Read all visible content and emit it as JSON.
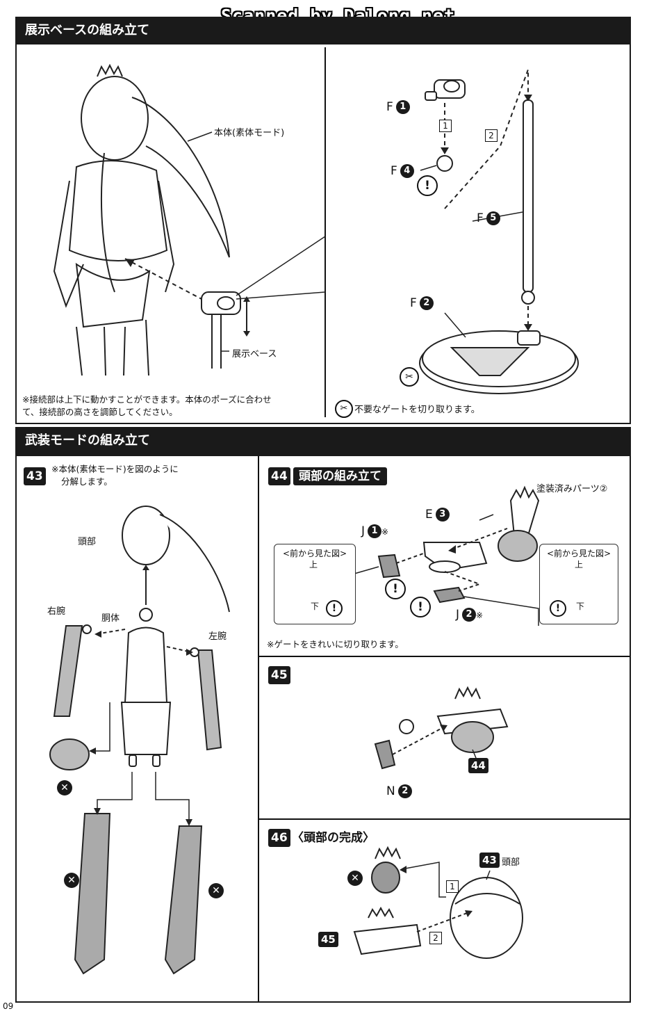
{
  "watermark": "Scanned by Dalong.net",
  "page_number": "09",
  "section1": {
    "title": "展示ベースの組み立て",
    "label_body": "本体(素体モード)",
    "label_base": "展示ベース",
    "note": "※接続部は上下に動かすことができます。本体のポーズに合わせて、接続部の高さを調節してください。",
    "parts": [
      {
        "letter": "F",
        "num": "1"
      },
      {
        "letter": "F",
        "num": "4"
      },
      {
        "letter": "F",
        "num": "5"
      },
      {
        "letter": "F",
        "num": "2"
      }
    ],
    "order_marks": [
      "1",
      "2"
    ],
    "gate_note": "不要なゲートを切り取ります。"
  },
  "section2": {
    "title": "武装モードの組み立て"
  },
  "step43": {
    "num": "43",
    "note_line1": "※本体(素体モード)を図のように",
    "note_line2": "分解します。",
    "label_head": "頭部",
    "label_right_arm": "右腕",
    "label_torso": "胴体",
    "label_left_arm": "左腕"
  },
  "step44": {
    "num": "44",
    "title": "頭部の組み立て",
    "label_painted": "塗装済みパーツ②",
    "part_e": {
      "letter": "E",
      "num": "3"
    },
    "part_j1": {
      "letter": "J",
      "num": "1",
      "mark": "※"
    },
    "part_j2": {
      "letter": "J",
      "num": "2",
      "mark": "※"
    },
    "inset_title": "<前から見た図>",
    "inset_up": "上",
    "inset_down": "下",
    "note": "※ゲートをきれいに切り取ります。"
  },
  "step45": {
    "num": "45",
    "part_n": {
      "letter": "N",
      "num": "2"
    },
    "ref": "44"
  },
  "step46": {
    "num": "46",
    "title": "〈頭部の完成〉",
    "ref43": "43",
    "label_head": "頭部",
    "ref45": "45",
    "order_marks": [
      "1",
      "2"
    ]
  }
}
